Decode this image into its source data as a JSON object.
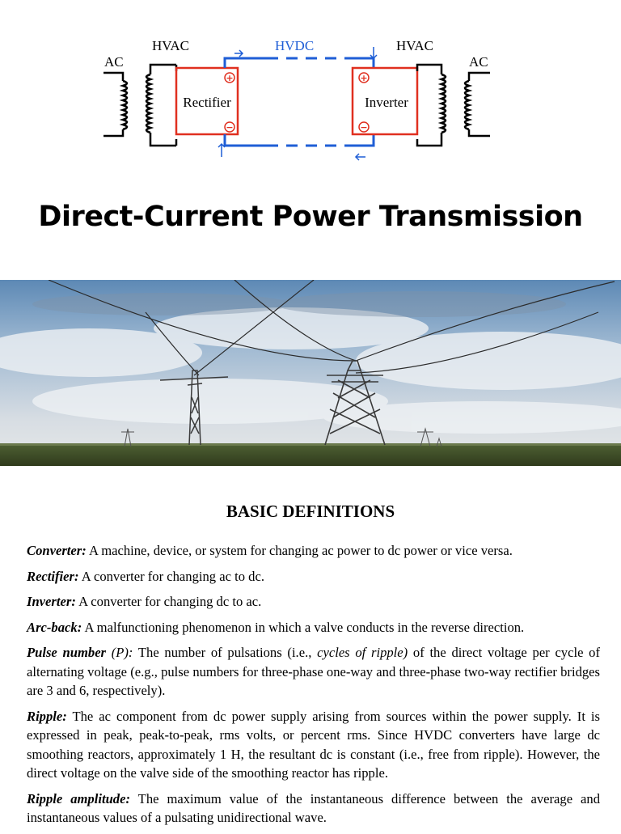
{
  "diagram": {
    "ac_left": "AC",
    "hvac_left": "HVAC",
    "hvdc": "HVDC",
    "hvac_right": "HVAC",
    "ac_right": "AC",
    "rectifier": "Rectifier",
    "inverter": "Inverter",
    "plus": "+",
    "minus": "−"
  },
  "title": "Direct-Current Power Transmission",
  "section_heading": "BASIC DEFINITIONS",
  "definitions": [
    {
      "term": "Converter",
      "text": " A machine, device, or system for changing ac power to dc power or vice versa."
    },
    {
      "term": "Rectifier",
      "text": " A converter for changing ac to dc."
    },
    {
      "term": "Inverter",
      "text": " A converter for changing dc to ac."
    },
    {
      "term": "Arc-back",
      "text": " A malfunctioning phenomenon in which a valve conducts in the reverse direction."
    },
    {
      "term": "Pulse number",
      "term_suffix": " (P):",
      "text_a": " The number of pulsations (i.e., ",
      "text_it": "cycles of ripple)",
      "text_b": " of the direct voltage per cycle of alternating voltage (e.g., pulse numbers for three-phase one-way and three-phase two-way rectifier bridges are 3 and 6, respectively)."
    },
    {
      "term": "Ripple",
      "text": " The ac component from dc power supply arising from sources within the power supply. It is expressed in peak, peak-to-peak, rms volts, or percent rms. Since HVDC converters have large dc smoothing reactors, approximately 1 H, the resultant dc is constant (i.e., free from ripple). However, the direct voltage on the valve side of the smoothing reactor has ripple."
    },
    {
      "term": "Ripple amplitude",
      "text": " The maximum value of the instantaneous difference between the average and instantaneous values of a pulsating unidirectional wave."
    }
  ]
}
